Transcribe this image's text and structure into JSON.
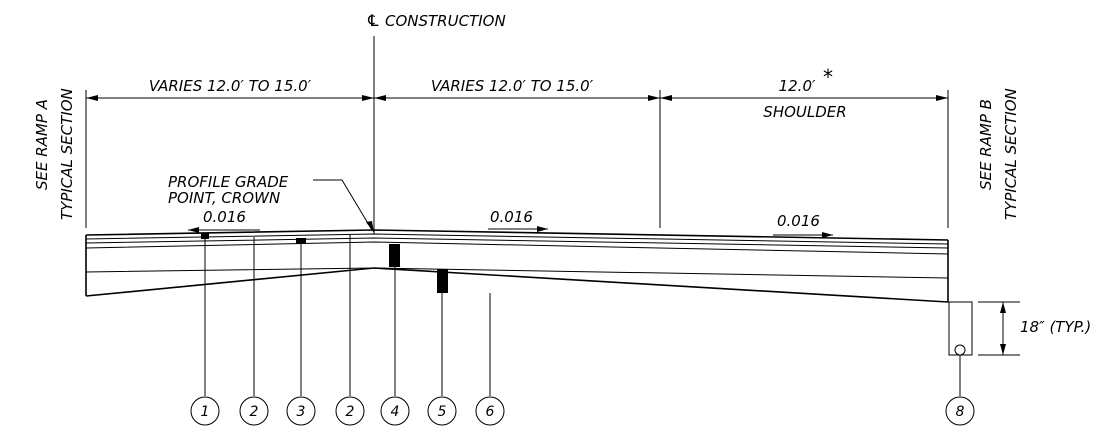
{
  "centerline": {
    "symbol": "℄",
    "label": "CONSTRUCTION"
  },
  "dimensions": {
    "left_width": "VARIES 12.0′ TO 15.0′",
    "middle_width": "VARIES 12.0′ TO 15.0′",
    "shoulder_width": "12.0′",
    "shoulder_asterisk": "*",
    "shoulder_label": "SHOULDER",
    "curb_height": "18″ (TYP.)"
  },
  "side_notes": {
    "left_line1": "SEE RAMP A",
    "left_line2": "TYPICAL SECTION",
    "right_line1": "SEE RAMP B",
    "right_line2": "TYPICAL SECTION"
  },
  "profile_grade": {
    "line1": "PROFILE GRADE",
    "line2": "POINT, CROWN"
  },
  "slopes": {
    "left": "0.016",
    "middle": "0.016",
    "right": "0.016"
  },
  "callouts": [
    "1",
    "2",
    "3",
    "2",
    "4",
    "5",
    "6",
    "8"
  ]
}
